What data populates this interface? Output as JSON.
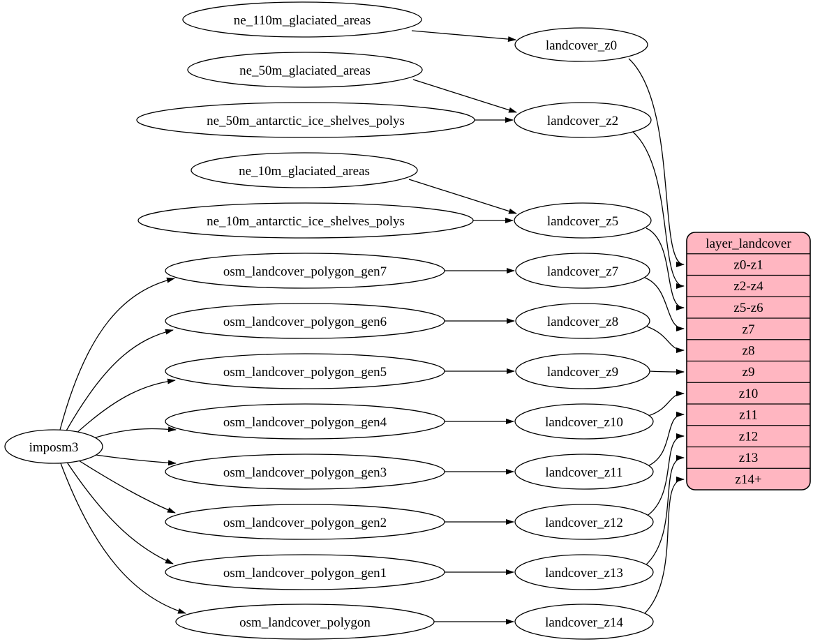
{
  "nodes": {
    "imposm3": "imposm3",
    "ne_110m_glaciated_areas": "ne_110m_glaciated_areas",
    "ne_50m_glaciated_areas": "ne_50m_glaciated_areas",
    "ne_50m_antarctic_ice_shelves_polys": "ne_50m_antarctic_ice_shelves_polys",
    "ne_10m_glaciated_areas": "ne_10m_glaciated_areas",
    "ne_10m_antarctic_ice_shelves_polys": "ne_10m_antarctic_ice_shelves_polys",
    "osm_landcover_polygon_gen7": "osm_landcover_polygon_gen7",
    "osm_landcover_polygon_gen6": "osm_landcover_polygon_gen6",
    "osm_landcover_polygon_gen5": "osm_landcover_polygon_gen5",
    "osm_landcover_polygon_gen4": "osm_landcover_polygon_gen4",
    "osm_landcover_polygon_gen3": "osm_landcover_polygon_gen3",
    "osm_landcover_polygon_gen2": "osm_landcover_polygon_gen2",
    "osm_landcover_polygon_gen1": "osm_landcover_polygon_gen1",
    "osm_landcover_polygon": "osm_landcover_polygon",
    "landcover_z0": "landcover_z0",
    "landcover_z2": "landcover_z2",
    "landcover_z5": "landcover_z5",
    "landcover_z7": "landcover_z7",
    "landcover_z8": "landcover_z8",
    "landcover_z9": "landcover_z9",
    "landcover_z10": "landcover_z10",
    "landcover_z11": "landcover_z11",
    "landcover_z12": "landcover_z12",
    "landcover_z13": "landcover_z13",
    "landcover_z14": "landcover_z14"
  },
  "record": {
    "title": "layer_landcover",
    "fill": "#ffb6c1",
    "rows": [
      "z0-z1",
      "z2-z4",
      "z5-z6",
      "z7",
      "z8",
      "z9",
      "z10",
      "z11",
      "z12",
      "z13",
      "z14+"
    ]
  },
  "colors": {
    "node_fill": "#ffffff",
    "stroke": "#000000",
    "record_fill": "#ffb6c1",
    "background": "#ffffff"
  },
  "edges": [
    {
      "from": "ne_110m_glaciated_areas",
      "to": "landcover_z0"
    },
    {
      "from": "ne_50m_glaciated_areas",
      "to": "landcover_z2"
    },
    {
      "from": "ne_50m_antarctic_ice_shelves_polys",
      "to": "landcover_z2"
    },
    {
      "from": "ne_10m_glaciated_areas",
      "to": "landcover_z5"
    },
    {
      "from": "ne_10m_antarctic_ice_shelves_polys",
      "to": "landcover_z5"
    },
    {
      "from": "imposm3",
      "to": "osm_landcover_polygon_gen7"
    },
    {
      "from": "imposm3",
      "to": "osm_landcover_polygon_gen6"
    },
    {
      "from": "imposm3",
      "to": "osm_landcover_polygon_gen5"
    },
    {
      "from": "imposm3",
      "to": "osm_landcover_polygon_gen4"
    },
    {
      "from": "imposm3",
      "to": "osm_landcover_polygon_gen3"
    },
    {
      "from": "imposm3",
      "to": "osm_landcover_polygon_gen2"
    },
    {
      "from": "imposm3",
      "to": "osm_landcover_polygon_gen1"
    },
    {
      "from": "imposm3",
      "to": "osm_landcover_polygon"
    },
    {
      "from": "osm_landcover_polygon_gen7",
      "to": "landcover_z7"
    },
    {
      "from": "osm_landcover_polygon_gen6",
      "to": "landcover_z8"
    },
    {
      "from": "osm_landcover_polygon_gen5",
      "to": "landcover_z9"
    },
    {
      "from": "osm_landcover_polygon_gen4",
      "to": "landcover_z10"
    },
    {
      "from": "osm_landcover_polygon_gen3",
      "to": "landcover_z11"
    },
    {
      "from": "osm_landcover_polygon_gen2",
      "to": "landcover_z12"
    },
    {
      "from": "osm_landcover_polygon_gen1",
      "to": "landcover_z13"
    },
    {
      "from": "osm_landcover_polygon",
      "to": "landcover_z14"
    },
    {
      "from": "landcover_z0",
      "to": "layer_landcover",
      "port": "z0-z1"
    },
    {
      "from": "landcover_z2",
      "to": "layer_landcover",
      "port": "z2-z4"
    },
    {
      "from": "landcover_z5",
      "to": "layer_landcover",
      "port": "z5-z6"
    },
    {
      "from": "landcover_z7",
      "to": "layer_landcover",
      "port": "z7"
    },
    {
      "from": "landcover_z8",
      "to": "layer_landcover",
      "port": "z8"
    },
    {
      "from": "landcover_z9",
      "to": "layer_landcover",
      "port": "z9"
    },
    {
      "from": "landcover_z10",
      "to": "layer_landcover",
      "port": "z10"
    },
    {
      "from": "landcover_z11",
      "to": "layer_landcover",
      "port": "z11"
    },
    {
      "from": "landcover_z12",
      "to": "layer_landcover",
      "port": "z12"
    },
    {
      "from": "landcover_z13",
      "to": "layer_landcover",
      "port": "z13"
    },
    {
      "from": "landcover_z14",
      "to": "layer_landcover",
      "port": "z14+"
    }
  ]
}
